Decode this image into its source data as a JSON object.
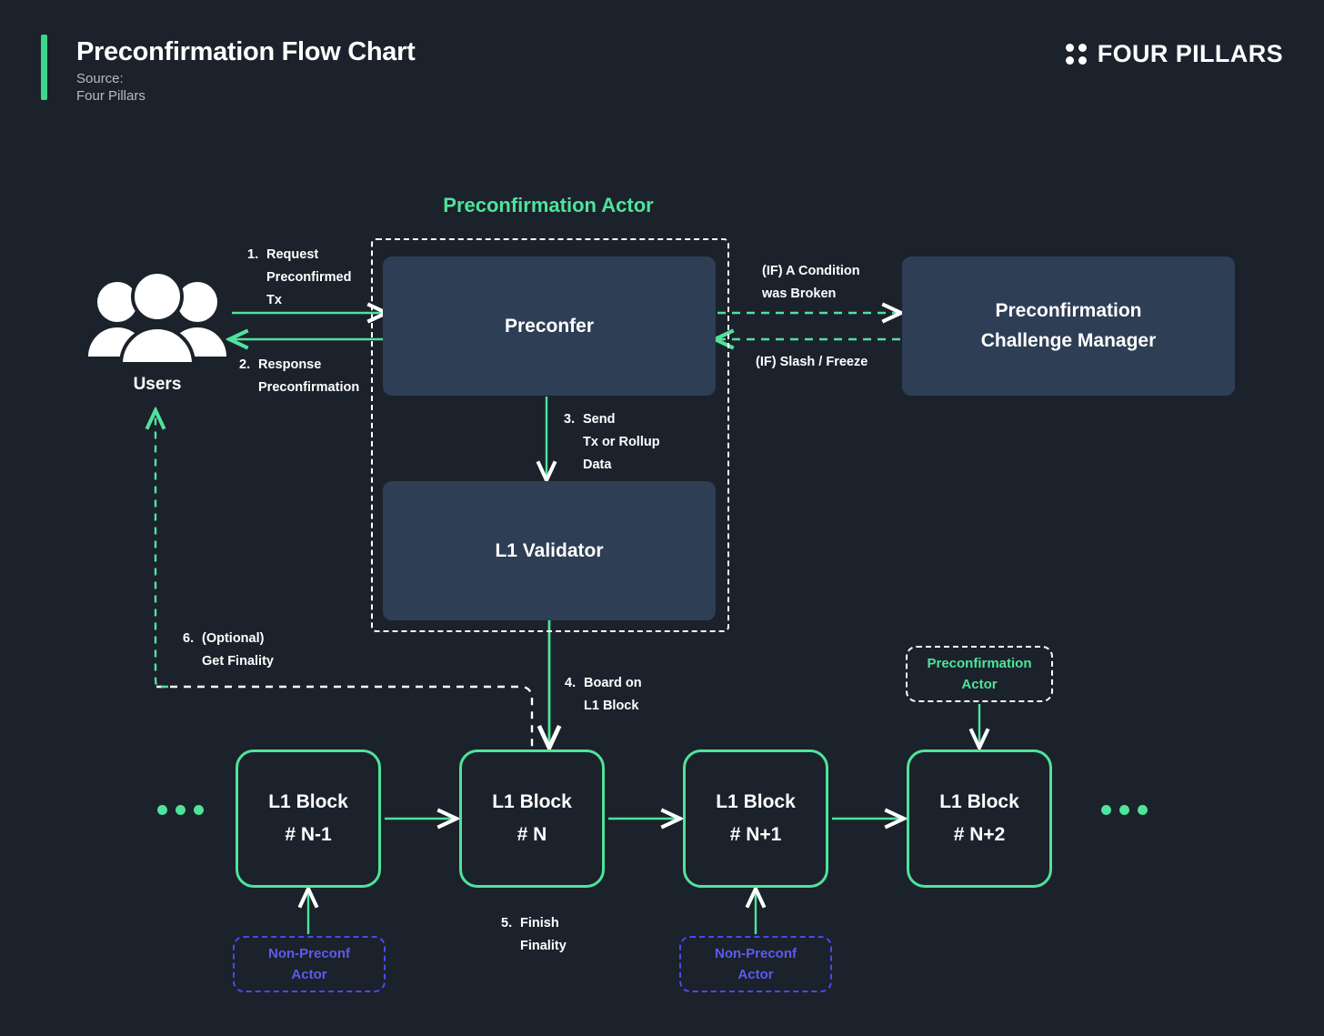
{
  "header": {
    "title": "Preconfirmation Flow Chart",
    "source_label": "Source:",
    "source_value": "Four Pillars",
    "brand_name": "FOUR PILLARS",
    "accent_color": "#3dd68c"
  },
  "colors": {
    "background": "#1b222b",
    "green_accent": "#4fe39b",
    "node_fill": "#2e3e55",
    "purple_accent": "#5b5bf0",
    "white": "#ffffff"
  },
  "diagram": {
    "group": {
      "title": "Preconfirmation Actor"
    },
    "nodes": {
      "users": "Users",
      "preconfer": "Preconfer",
      "l1_validator": "L1 Validator",
      "challenge_manager_line1": "Preconfirmation",
      "challenge_manager_line2": "Challenge Manager"
    },
    "blocks": [
      {
        "title": "L1 Block",
        "number": "# N-1"
      },
      {
        "title": "L1 Block",
        "number": "# N"
      },
      {
        "title": "L1 Block",
        "number": "# N+1"
      },
      {
        "title": "L1 Block",
        "number": "# N+2"
      }
    ],
    "tags": [
      {
        "id": "non-preconf-actor-left",
        "line1": "Non-Preconf",
        "line2": "Actor"
      },
      {
        "id": "non-preconf-actor-right",
        "line1": "Non-Preconf",
        "line2": "Actor"
      },
      {
        "id": "preconfirmation-actor-tag",
        "line1": "Preconfirmation",
        "line2": "Actor"
      }
    ],
    "edges": [
      {
        "id": "step-1",
        "num": "1.",
        "line1": "Request",
        "line2": "Preconfirmed",
        "line3": "Tx"
      },
      {
        "id": "step-2",
        "num": "2.",
        "line1": "Response",
        "line2": "Preconfirmation",
        "line3": ""
      },
      {
        "id": "step-3",
        "num": "3.",
        "line1": "Send",
        "line2": "Tx or Rollup",
        "line3": "Data"
      },
      {
        "id": "step-4",
        "num": "4.",
        "line1": "Board on",
        "line2": "L1 Block",
        "line3": ""
      },
      {
        "id": "step-5",
        "num": "5.",
        "line1": "Finish",
        "line2": "Finality",
        "line3": ""
      },
      {
        "id": "step-6",
        "num": "6.",
        "line1": "(Optional)",
        "line2": "Get Finality",
        "line3": ""
      },
      {
        "id": "if-condition-broken",
        "num": "",
        "line1": "(IF) A Condition",
        "line2": "was Broken",
        "line3": ""
      },
      {
        "id": "if-slash-freeze",
        "num": "",
        "line1": "(IF) Slash / Freeze",
        "line2": "",
        "line3": ""
      }
    ]
  }
}
